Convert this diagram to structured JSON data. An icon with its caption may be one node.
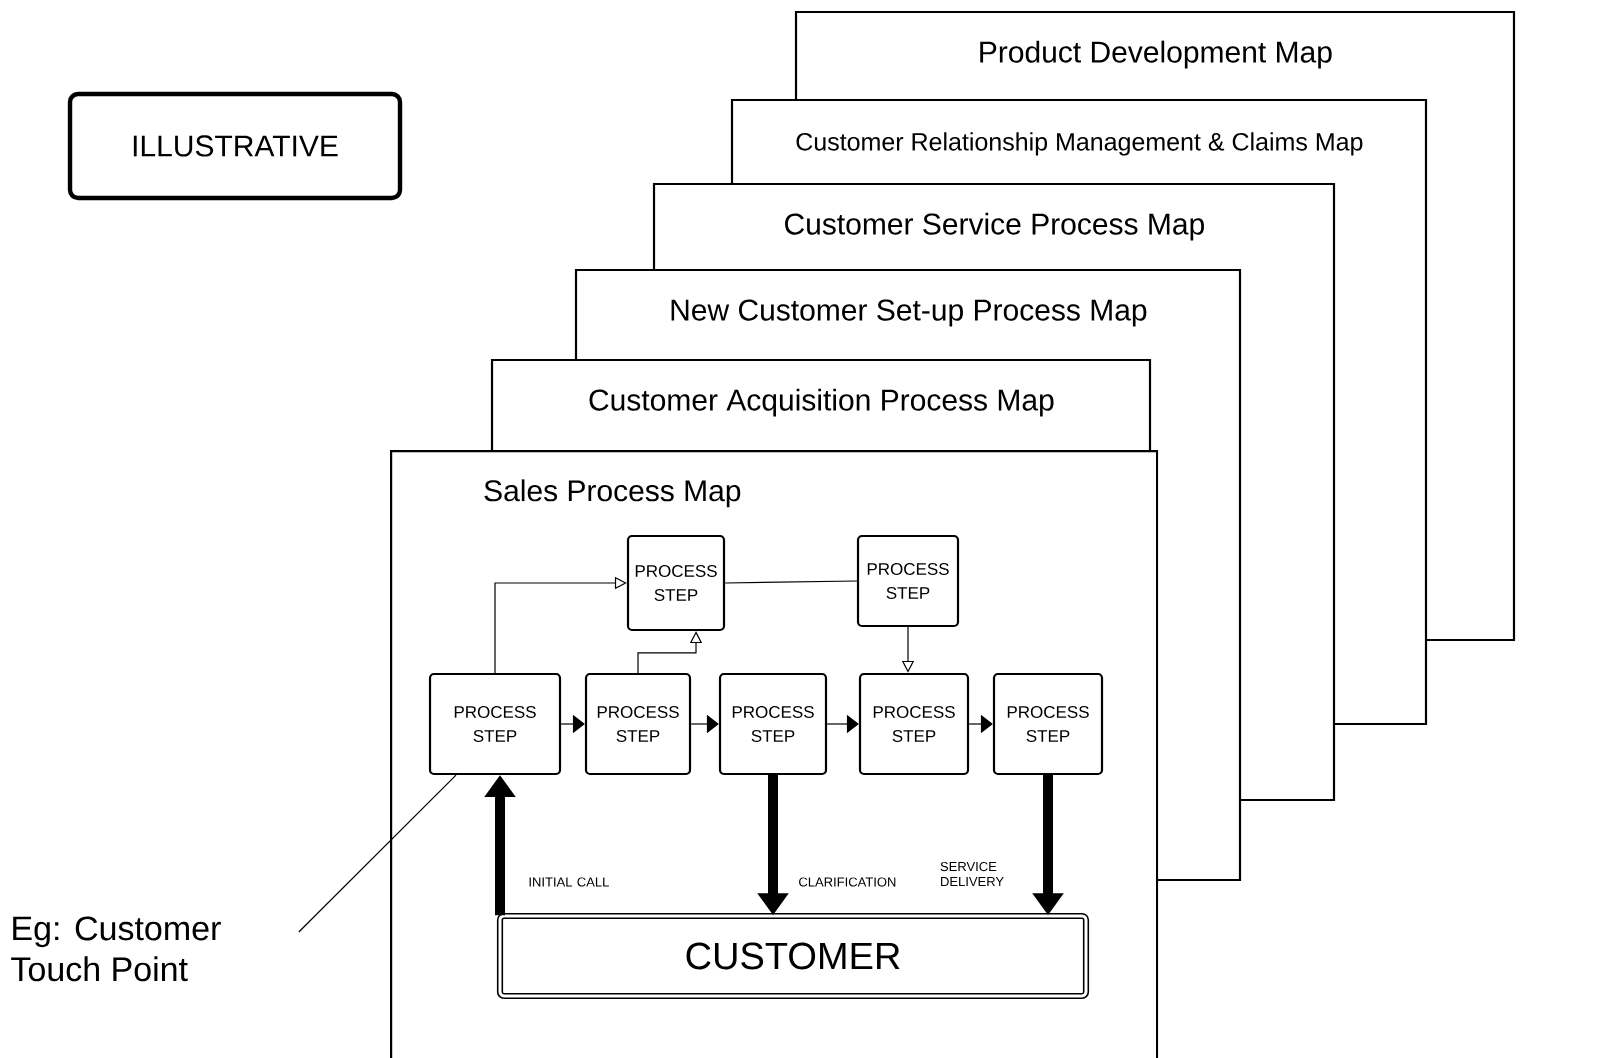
{
  "diagram": {
    "nodes": [
      {
        "text": [
          "ILLUSTRATIVE"
        ]
      },
      {
        "text": [
          "Product Development Map"
        ]
      },
      {
        "text": [
          "Customer Relationship Management & Claims Map"
        ]
      },
      {
        "text": [
          "Customer Service Process Map"
        ]
      },
      {
        "text": [
          "New Customer Set-up Process Map"
        ]
      },
      {
        "text": [
          "Customer Acquisition Process Map"
        ]
      },
      {
        "text": [
          "Sales Process Map"
        ]
      },
      {
        "text": [
          "PROCESS STEP"
        ],
        "in": 6
      },
      {
        "text": [
          "PROCESS STEP"
        ],
        "in": 6
      },
      {
        "text": [
          "PROCESS STEP"
        ],
        "in": 6
      },
      {
        "text": [
          "PROCESS STEP"
        ],
        "in": 6
      },
      {
        "text": [
          "PROCESS STEP"
        ],
        "in": 6
      },
      {
        "text": [
          "PROCESS STEP"
        ],
        "in": 6
      },
      {
        "text": [
          "PROCESS STEP"
        ],
        "in": 6
      },
      {
        "text": [
          "CUSTOMER"
        ],
        "in": 6
      },
      {
        "text": [
          "Eg: Customer Touch Point"
        ]
      }
    ],
    "edges": [
      {
        "from": 9,
        "to": 7,
        "arrow": "to"
      },
      {
        "from": 10,
        "to": 7,
        "arrow": "to"
      },
      {
        "from": 7,
        "to": 8,
        "arrow": "none"
      },
      {
        "from": 8,
        "to": 12,
        "arrow": "to"
      },
      {
        "from": 9,
        "to": 10,
        "arrow": "to"
      },
      {
        "from": 10,
        "to": 11,
        "arrow": "to"
      },
      {
        "from": 11,
        "to": 12,
        "arrow": "to"
      },
      {
        "from": 12,
        "to": 13,
        "arrow": "to"
      },
      {
        "from": 14,
        "to": 9,
        "arrow": "to",
        "style": "thick",
        "label": "INITIAL CALL"
      },
      {
        "from": 11,
        "to": 14,
        "arrow": "to",
        "style": "thick",
        "label": "CLARIFICATION"
      },
      {
        "from": 13,
        "to": 14,
        "arrow": "to",
        "style": "thick",
        "label": "SERVICE DELIVERY"
      },
      {
        "from": 15,
        "to": 9,
        "arrow": "none"
      }
    ]
  }
}
